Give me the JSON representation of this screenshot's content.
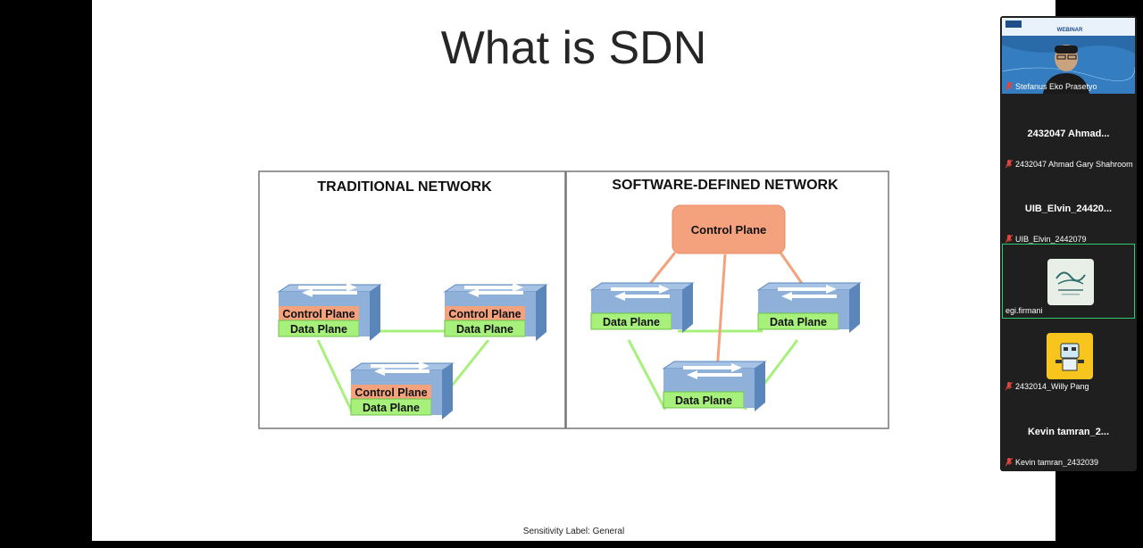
{
  "slide": {
    "title": "What is SDN",
    "sensitivity": "Sensitivity Label: General",
    "diagram": {
      "left_title": "TRADITIONAL NETWORK",
      "right_title": "SOFTWARE-DEFINED NETWORK",
      "control_plane": "Control Plane",
      "data_plane": "Data Plane"
    }
  },
  "participants": {
    "presenter": {
      "name": "Stefanus Eko Prasetyo",
      "banner": "WEBINAR"
    },
    "tiles": [
      {
        "display": "2432047 Ahmad...",
        "label": "2432047 Ahmad Gary Shahroom..."
      },
      {
        "display": "UIB_Elvin_24420...",
        "label": "UIB_Elvin_2442079"
      },
      {
        "display": "",
        "label": "egi.firmani",
        "avatar": "alhamdulillah-avatar"
      },
      {
        "display": "",
        "label": "2432014_Willy Pang",
        "avatar": "robot-avatar"
      },
      {
        "display": "Kevin tamran_2...",
        "label": "Kevin tamran_2432039"
      }
    ]
  },
  "colors": {
    "control": "#f4a27e",
    "data": "#a7f07c",
    "switch_top": "#8fb0d8",
    "switch_side": "#5b86bb",
    "active": "#2ecc71",
    "muted": "#e0463b"
  }
}
